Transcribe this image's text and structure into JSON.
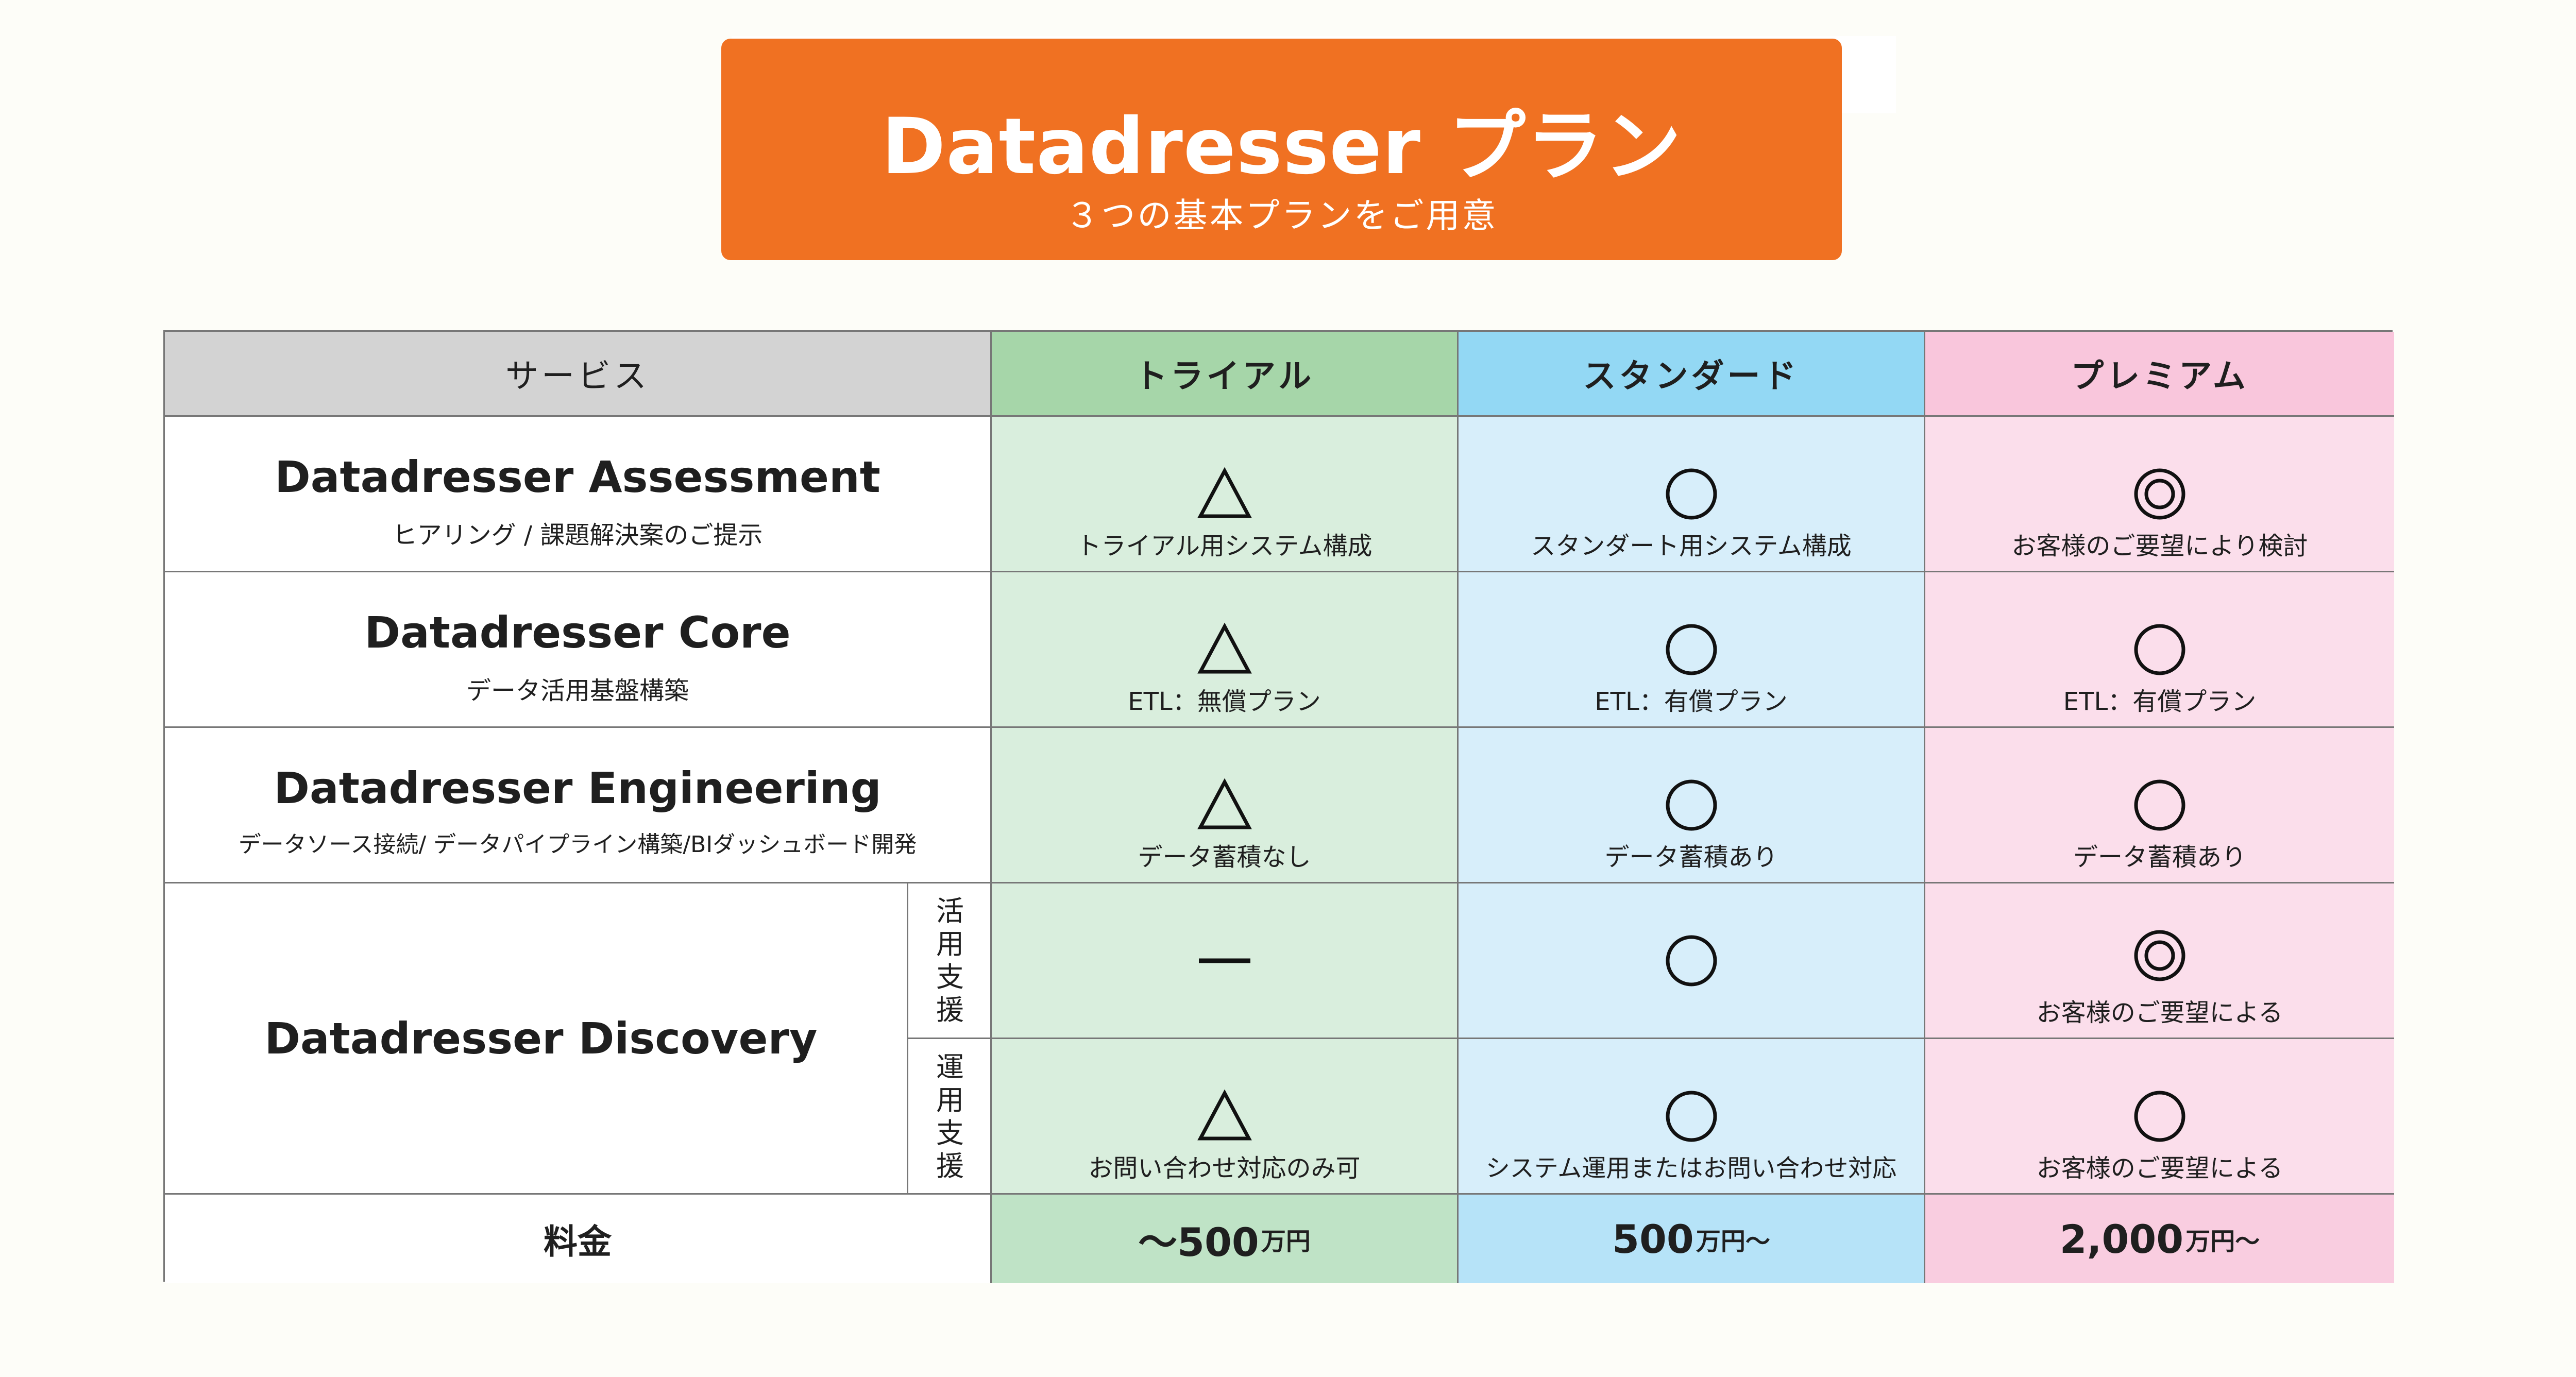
{
  "header": {
    "title": "Datadresser プラン",
    "subtitle": "３つの基本プランをご用意",
    "color": "#f07122"
  },
  "table": {
    "columns": {
      "service": "サービス",
      "trial": "トライアル",
      "standard": "スタンダード",
      "premium": "プレミアム"
    },
    "rows": {
      "assessment": {
        "name": "Datadresser Assessment",
        "desc": "ヒアリング / 課題解決案のご提示",
        "trial": {
          "symbol": "triangle",
          "note": "トライアル用システム構成"
        },
        "standard": {
          "symbol": "circle",
          "note": "スタンダート用システム構成"
        },
        "premium": {
          "symbol": "double-circle",
          "note": "お客様のご要望により検討"
        }
      },
      "core": {
        "name": "Datadresser Core",
        "desc": "データ活用基盤構築",
        "trial": {
          "symbol": "triangle",
          "note": "ETL：無償プラン"
        },
        "standard": {
          "symbol": "circle",
          "note": "ETL：有償プラン"
        },
        "premium": {
          "symbol": "circle",
          "note": "ETL：有償プラン"
        }
      },
      "engineering": {
        "name": "Datadresser Engineering",
        "desc": "データソース接続/ データパイプライン構築/BIダッシュボード開発",
        "trial": {
          "symbol": "triangle",
          "note": "データ蓄積なし"
        },
        "standard": {
          "symbol": "circle",
          "note": "データ蓄積あり"
        },
        "premium": {
          "symbol": "circle",
          "note": "データ蓄積あり"
        }
      },
      "discovery": {
        "name": "Datadresser Discovery",
        "utilization": {
          "label": "活用支援",
          "trial": {
            "symbol": "dash",
            "note": ""
          },
          "standard": {
            "symbol": "circle",
            "note": ""
          },
          "premium": {
            "symbol": "double-circle",
            "note": "お客様のご要望による"
          }
        },
        "operation": {
          "label": "運用支援",
          "trial": {
            "symbol": "triangle",
            "note": "お問い合わせ対応のみ可"
          },
          "standard": {
            "symbol": "circle",
            "note": "システム運用またはお問い合わせ対応"
          },
          "premium": {
            "symbol": "circle",
            "note": "お客様のご要望による"
          }
        }
      }
    },
    "fee": {
      "label": "料金",
      "trial": {
        "amount": "～500",
        "unit": "万円"
      },
      "standard": {
        "amount": "500",
        "unit": "万円～"
      },
      "premium": {
        "amount": "2,000",
        "unit": "万円～"
      }
    },
    "colors": {
      "header_service": "#d3d3d3",
      "header_trial": "#a6d6a9",
      "header_standard": "#93d8f4",
      "header_premium": "#f9c6dc",
      "trial": "#d9eedd",
      "standard": "#d7eefa",
      "premium": "#fbdeeb"
    }
  }
}
